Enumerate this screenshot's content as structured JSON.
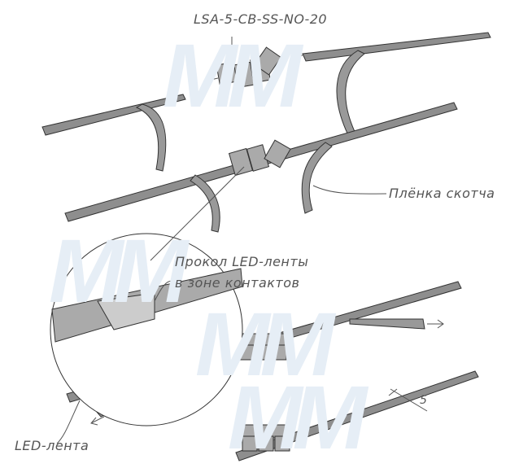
{
  "labels": {
    "part_number": "LSA-5-CB-SS-NO-20",
    "tape_film": "Плёнка скотча",
    "puncture_line1": "Прокол LED-ленты",
    "puncture_line2": "в зоне контактов",
    "led_strip": "LED-лента",
    "dimension": "5"
  },
  "watermark": "MM",
  "colors": {
    "strip": "#8e8e8e",
    "outline": "#333333",
    "watermark": "#e6eef6",
    "text": "#555555"
  }
}
